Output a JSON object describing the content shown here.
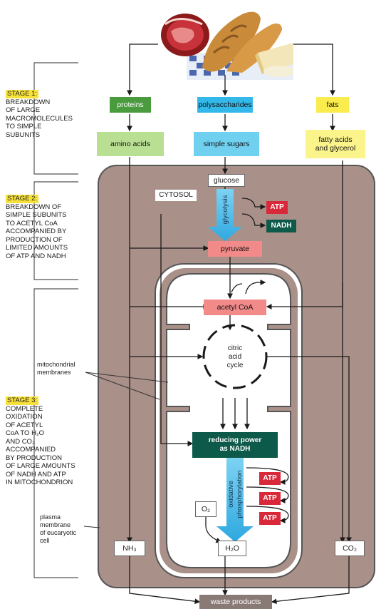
{
  "stages": [
    {
      "title": "STAGE 1:",
      "text": "BREAKDOWN\nOF LARGE\nMACROMOLECULES\nTO SIMPLE\nSUBUNITS"
    },
    {
      "title": "STAGE 2:",
      "text": "BREAKDOWN OF\nSIMPLE SUBUNITS\nTO ACETYL CoA\nACCOMPANIED BY\nPRODUCTION OF\nLIMITED AMOUNTS\nOF ATP AND NADH"
    },
    {
      "title": "STAGE 3:",
      "text": "COMPLETE\nOXIDATION\nOF ACETYL\nCoA TO H₂O\nAND CO₂\nACCOMPANIED\nBY PRODUCTION\nOF LARGE AMOUNTS\nOF NADH AND ATP\nIN MITOCHONDRION"
    }
  ],
  "notes": {
    "mito": "mitochondrial\nmembranes",
    "plasma": "plasma\nmembrane\nof eucaryotic\ncell"
  },
  "boxes": {
    "proteins": "proteins",
    "polysaccharides": "polysaccharides",
    "fats": "fats",
    "amino_acids": "amino acids",
    "simple_sugars": "simple sugars",
    "fatty_acids": "fatty acids\nand glycerol",
    "glucose": "glucose",
    "cytosol": "CYTOSOL",
    "atp": "ATP",
    "nadh": "NADH",
    "pyruvate": "pyruvate",
    "acetyl_coa": "acetyl CoA",
    "citric": "citric\nacid\ncycle",
    "reducing": "reducing  power\nas NADH",
    "o2": "O₂",
    "h2o": "H₂O",
    "nh3": "NH₃",
    "co2": "CO₂",
    "waste": "waste products",
    "glycolysis": "glycolysis",
    "oxphos": "oxidative\nphosphorylation"
  },
  "colors": {
    "cell": "#a99189",
    "green_dark": "#4a9a3e",
    "green_light": "#b9df92",
    "blue": "#33b8ea",
    "blue_light": "#7dd3f2",
    "yellow": "#f9ec4c",
    "yellow_light": "#fbf48a",
    "pink": "#f28a8a",
    "red": "#d8283a",
    "teal": "#0e5a4a",
    "stage_yellow": "#f7e13c"
  }
}
